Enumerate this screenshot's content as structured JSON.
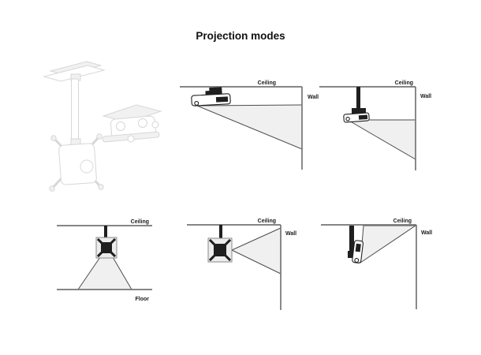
{
  "page": {
    "title": "Projection modes"
  },
  "colors": {
    "background": "#ffffff",
    "line": "#757575",
    "cone_fill": "#f0f0f0",
    "cone_stroke": "#4c4c4c",
    "label": "#1a1a1a",
    "device_dark": "#1f1f1f",
    "device_body": "#ffffff",
    "render_stroke": "#d7d7d7",
    "render_shade": "#f1f1f1"
  },
  "icons": {
    "product_render": "projector-ceiling-mount-3d-render",
    "projector_glyph": "projector-icon"
  },
  "figures": {
    "top_middle": {
      "labels": {
        "ceiling": "Ceiling",
        "wall": "Wall"
      }
    },
    "top_right": {
      "labels": {
        "ceiling": "Ceiling",
        "wall": "Wall"
      }
    },
    "bottom_left": {
      "labels": {
        "ceiling": "Ceiling",
        "floor": "Floor"
      }
    },
    "bottom_middle": {
      "labels": {
        "ceiling": "Ceiling",
        "wall": "Wall"
      }
    },
    "bottom_right": {
      "labels": {
        "ceiling": "Ceiling",
        "wall": "Wall"
      }
    }
  }
}
